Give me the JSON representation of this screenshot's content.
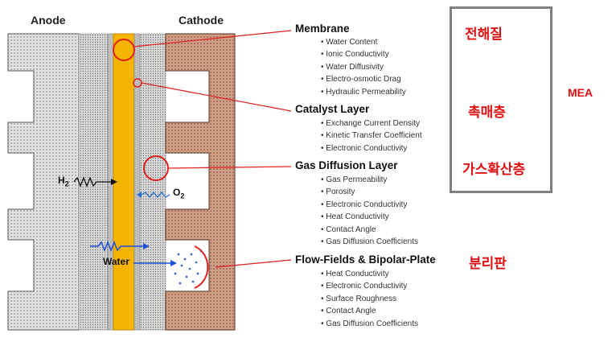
{
  "diagram": {
    "anode_label": "Anode",
    "cathode_label": "Cathode",
    "h2_label": "H",
    "h2_sub": "2",
    "o2_label": "O",
    "o2_sub": "2",
    "water_label": "Water",
    "sections": [
      {
        "title": "Membrane",
        "properties": [
          "Water Content",
          "Ionic Conductivity",
          "Water Diffusivity",
          "Electro-osmotic Drag",
          "Hydraulic Permeability"
        ]
      },
      {
        "title": "Catalyst Layer",
        "properties": [
          "Exchange Current Density",
          "Kinetic Transfer Coefficient",
          "Electronic Conductivity"
        ]
      },
      {
        "title": "Gas Diffusion Layer",
        "properties": [
          "Gas Permeability",
          "Porosity",
          "Electronic Conductivity",
          "Heat Conductivity",
          "Contact Angle",
          "Gas Diffusion Coefficients"
        ]
      },
      {
        "title": "Flow-Fields & Bipolar-Plate",
        "properties": [
          "Heat Conductivity",
          "Electronic Conductivity",
          "Surface Roughness",
          "Contact Angle",
          "Gas Diffusion Coefficients"
        ]
      }
    ],
    "korean": {
      "electrolyte": "전해질",
      "catalyst": "촉매층",
      "gdl": "가스확산층",
      "separator": "분리판",
      "mea": "MEA"
    },
    "colors": {
      "anode_plate": "#d6d6d6",
      "cathode_plate": "#c69580",
      "membrane": "#f5b400",
      "highlight": "#e0201c",
      "flow_arrow": "#2255dd"
    }
  }
}
